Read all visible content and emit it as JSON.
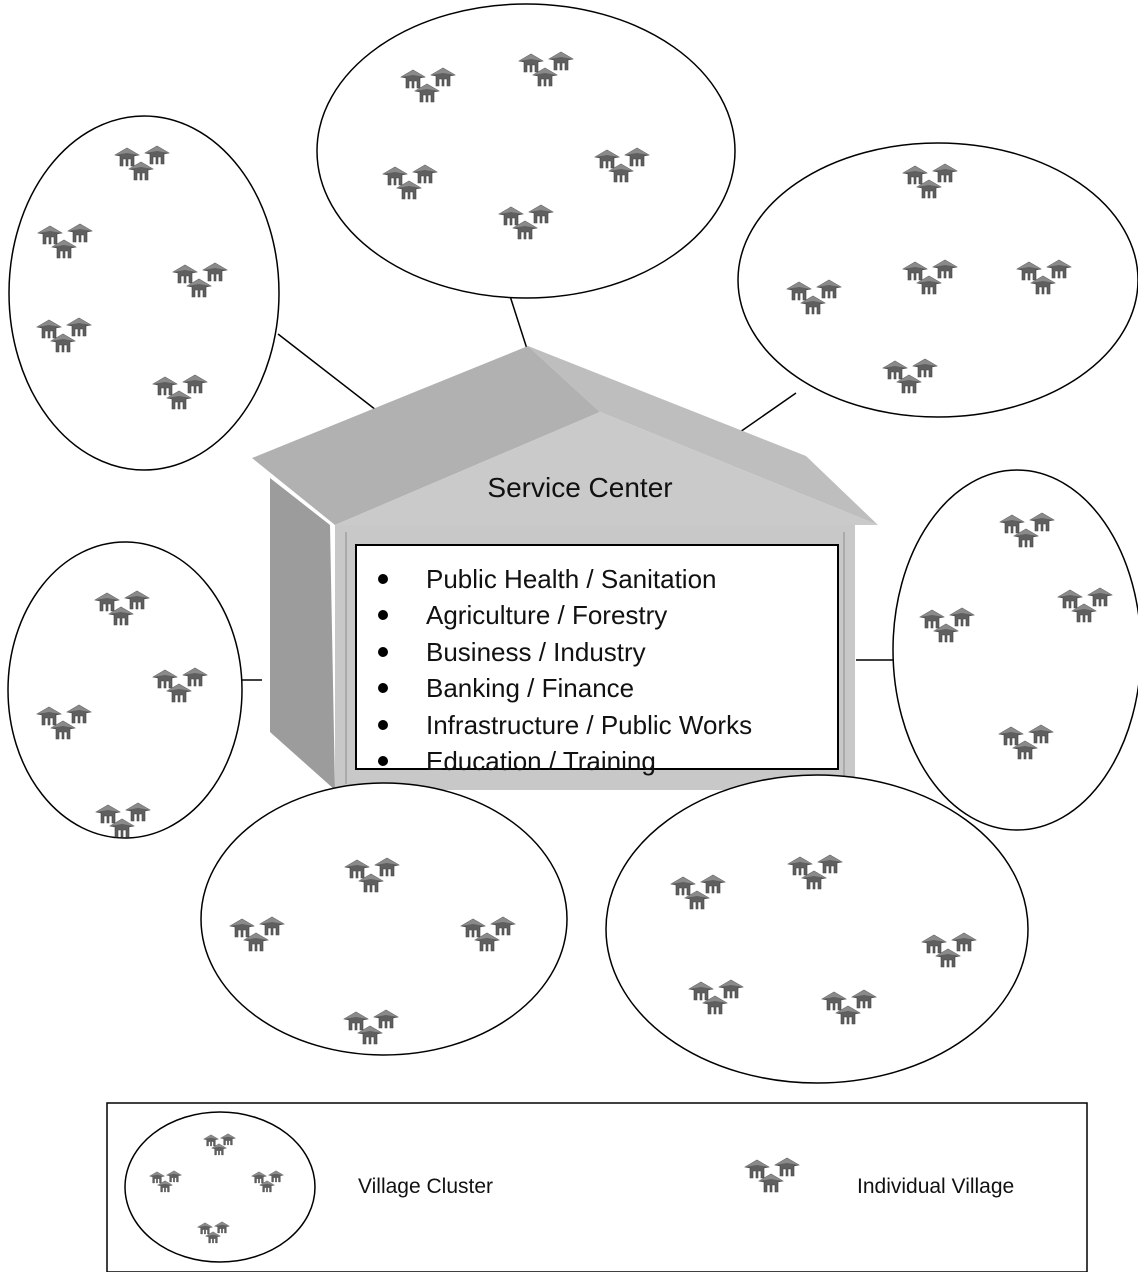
{
  "service_center": {
    "title": "Service Center",
    "services": [
      "Public Health / Sanitation",
      "Agriculture / Forestry",
      "Business / Industry",
      "Banking / Finance",
      "Infrastructure / Public Works",
      "Education / Training"
    ]
  },
  "legend": {
    "cluster_label": "Village Cluster",
    "village_label": "Individual Village"
  },
  "icons": {
    "village": "hut-icon",
    "cluster": "village-cluster-icon"
  },
  "colors": {
    "outline": "#000000",
    "house_wall_front": "#c8c8c8",
    "house_wall_side": "#9a9a9a",
    "house_roof": "#b3b3b3",
    "hut": "#5a5a5a"
  }
}
